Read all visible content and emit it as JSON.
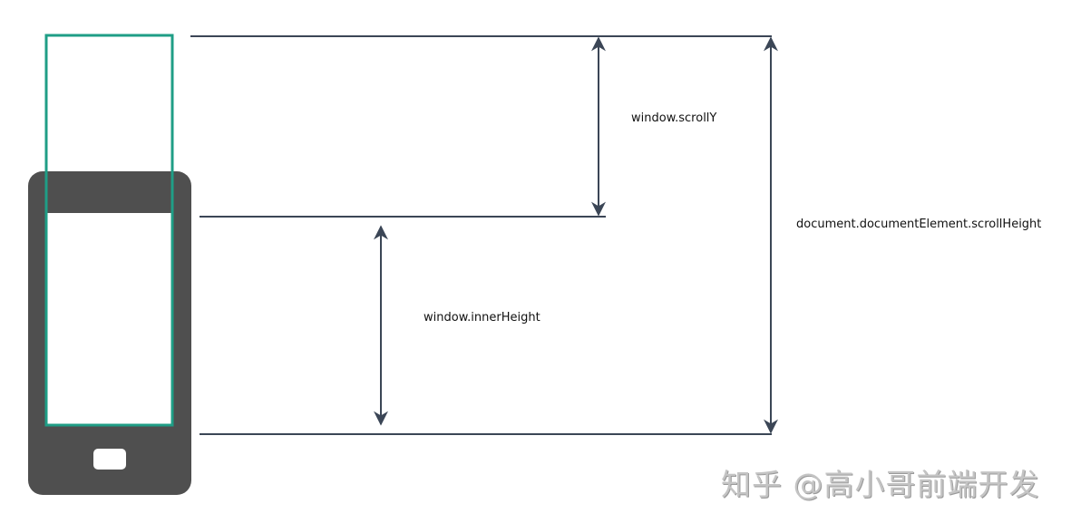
{
  "labels": {
    "scroll_y": "window.scrollY",
    "inner_height": "window.innerHeight",
    "scroll_height": "document.documentElement.scrollHeight"
  },
  "watermark": "知乎 @高小哥前端开发",
  "colors": {
    "phone": "#4f4f4f",
    "viewport_outline": "#1f9e86",
    "lines": "#3b4656",
    "background": "#ffffff"
  }
}
